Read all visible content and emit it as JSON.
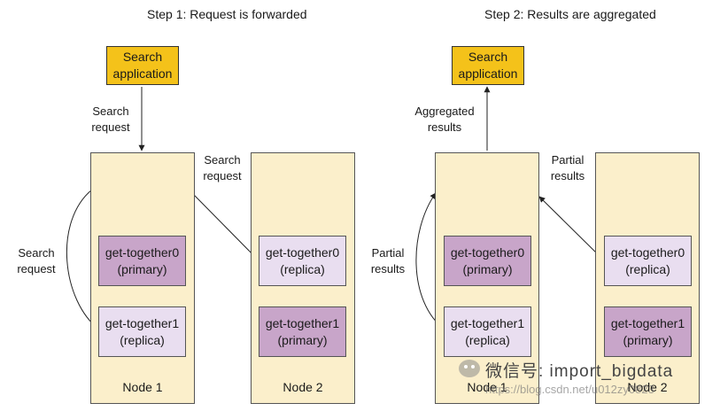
{
  "step1": {
    "title": "Step 1: Request is forwarded",
    "app": [
      "Search",
      "application"
    ],
    "label_top": [
      "Search",
      "request"
    ],
    "label_cross": [
      "Search",
      "request"
    ],
    "label_left": [
      "Search",
      "request"
    ],
    "node1": {
      "label": "Node 1",
      "shard_a": [
        "get-together0",
        "(primary)"
      ],
      "shard_b": [
        "get-together1",
        "(replica)"
      ]
    },
    "node2": {
      "label": "Node 2",
      "shard_a": [
        "get-together0",
        "(replica)"
      ],
      "shard_b": [
        "get-together1",
        "(primary)"
      ]
    }
  },
  "step2": {
    "title": "Step 2: Results are aggregated",
    "app": [
      "Search",
      "application"
    ],
    "label_top": [
      "Aggregated",
      "results"
    ],
    "label_cross": [
      "Partial",
      "results"
    ],
    "label_left": [
      "Partial",
      "results"
    ],
    "node1": {
      "label": "Node 1",
      "shard_a": [
        "get-together0",
        "(primary)"
      ],
      "shard_b": [
        "get-together1",
        "(replica)"
      ]
    },
    "node2": {
      "label": "Node 2",
      "shard_a": [
        "get-together0",
        "(replica)"
      ],
      "shard_b": [
        "get-together1",
        "(primary)"
      ]
    }
  },
  "watermark": {
    "main": "微信号: import_bigdata",
    "url": "https://blog.csdn.net/u012zy0823"
  },
  "colors": {
    "app": "#f4c21a",
    "node": "#fbefcb",
    "primary": "#c8a5c9",
    "replica": "#e9def0"
  }
}
